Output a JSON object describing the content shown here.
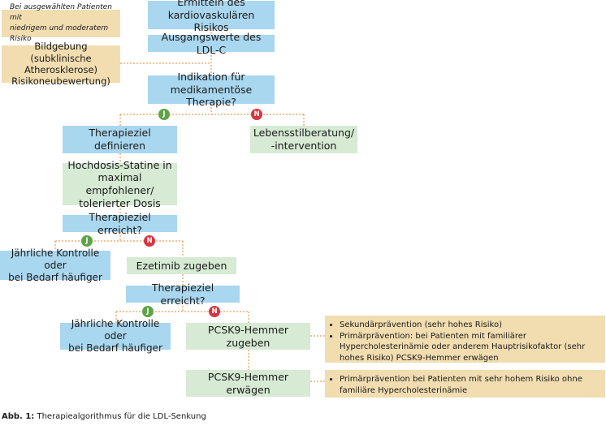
{
  "note_top": "Bei ausgewählten Patienten mit\nniedrigem und moderatem Risiko",
  "imaging": "Bildgebung\n(subklinische Atherosklerose)\nRisikoneubewertung)",
  "risk": "Ermitteln des\nkardiovaskulären Risikos",
  "ldl": "Ausgangswerte des LDL-C",
  "indication": "Indikation für\nmedikamentöse Therapie?",
  "badge_yes": "J",
  "badge_no": "N",
  "therapy_goal": "Therapieziel definieren",
  "lifestyle": "Lebensstilberatung/\n-intervention",
  "statins": "Hochdosis-Statine in\nmaximal empfohlener/\ntolerierter Dosis",
  "goal_reached_1": "Therapieziel erreicht?",
  "control_1": "Jährliche Kontrolle oder\nbei Bedarf häufiger",
  "ezetimib": "Ezetimib zugeben",
  "goal_reached_2": "Therapieziel erreicht?",
  "control_2": "Jährliche Kontrolle oder\nbei Bedarf häufiger",
  "pcsk9_add": "PCSK9-Hemmer zugeben",
  "pcsk9_consider": "PCSK9-Hemmer erwägen",
  "info_1": [
    "Sekundärprävention (sehr hohes Risiko)",
    "Primärprävention: bei Patienten mit familiärer Hypercholesterinämie oder anderem Hauptrisikofaktor (sehr hohes Risiko) PCSK9-Hemmer erwägen"
  ],
  "info_2": [
    "Primärprävention bei Patienten mit sehr hohem Risiko ohne familiäre Hypercholesterinämie"
  ],
  "caption_label": "Abb. 1:",
  "caption_text": " Therapiealgorithmus für die LDL-Senkung",
  "colors": {
    "blue": "#a9d7ef",
    "green": "#d6ead4",
    "tan": "#f1ddb0",
    "yes": "#5ea346",
    "no": "#d9343f",
    "connector": "#e08a2c"
  }
}
